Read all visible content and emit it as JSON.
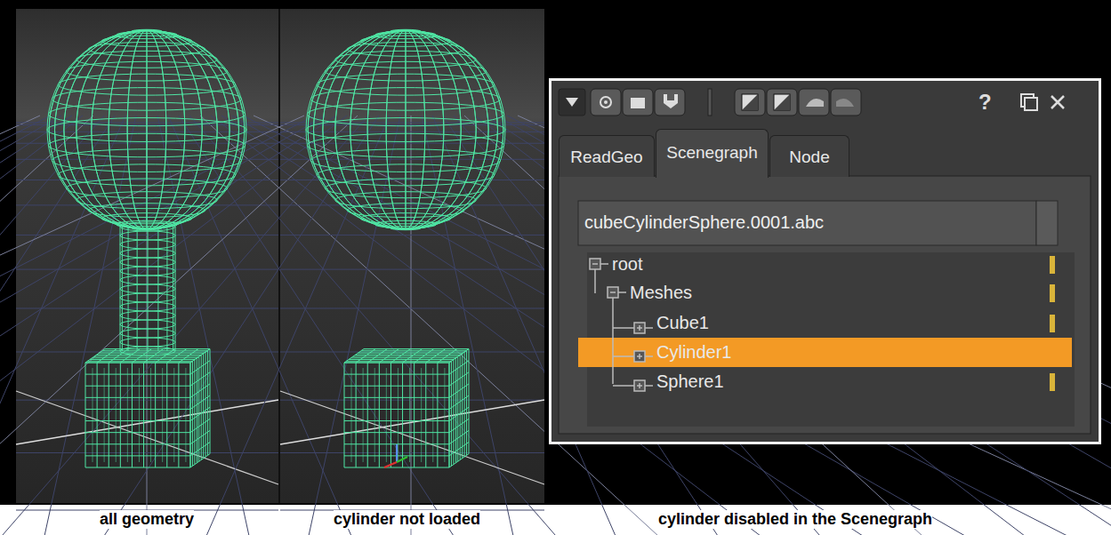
{
  "diagram": {
    "labels": [
      "?",
      "ReadGeo",
      "Scenegraph",
      "Node",
      "cubeCylinderSphere.0001.abc",
      "root",
      "Meshes",
      "Cube1",
      "Cylinder1",
      "Sphere1",
      "all geometry",
      "cylinder not loaded",
      "cylinder disabled in the Scenegraph"
    ]
  }
}
